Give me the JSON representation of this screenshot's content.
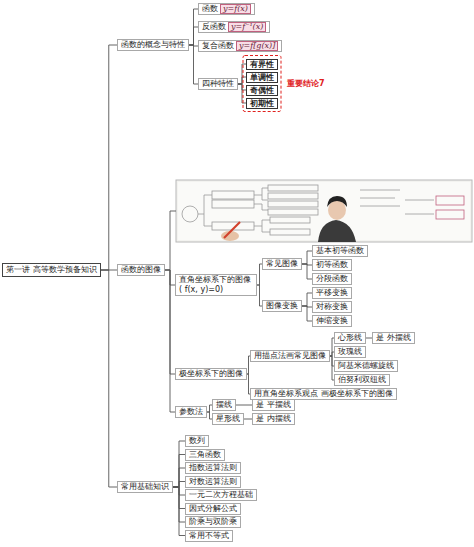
{
  "diagram": {
    "nodes": [
      {
        "text": [
          "第一讲 高等数学预备知识"
        ]
      },
      {
        "text": [
          "函数的概念与特性"
        ]
      },
      {
        "text": [
          "函数的图像"
        ]
      },
      {
        "text": [
          "常用基础知识"
        ]
      },
      {
        "text": [
          "函数",
          "y=f(x)"
        ]
      },
      {
        "text": [
          "反函数",
          "y=f⁻¹(x)"
        ]
      },
      {
        "text": [
          "复合函数",
          "y=f[g(x)]"
        ]
      },
      {
        "text": [
          "四种特性"
        ]
      },
      {
        "text": [
          "有界性"
        ]
      },
      {
        "text": [
          "单调性"
        ]
      },
      {
        "text": [
          "奇偶性"
        ]
      },
      {
        "text": [
          "初期性"
        ]
      },
      {
        "text": [
          "直角坐标系下的图像 ( f(x, y)=0)"
        ]
      },
      {
        "text": [
          "常见图像"
        ]
      },
      {
        "text": [
          "基本初等函数"
        ]
      },
      {
        "text": [
          "初等函数"
        ]
      },
      {
        "text": [
          "分段函数"
        ]
      },
      {
        "text": [
          "图像变换"
        ]
      },
      {
        "text": [
          "平移变换"
        ]
      },
      {
        "text": [
          "对称变换"
        ]
      },
      {
        "text": [
          "伸缩变换"
        ]
      },
      {
        "text": [
          "极坐标系下的图像"
        ]
      },
      {
        "text": [
          "用描点法画常见图像"
        ]
      },
      {
        "text": [
          "心形线"
        ]
      },
      {
        "text": [
          "是 外摆线"
        ]
      },
      {
        "text": [
          "玫瑰线"
        ]
      },
      {
        "text": [
          "阿基米德螺旋线"
        ]
      },
      {
        "text": [
          "伯努利双纽线"
        ]
      },
      {
        "text": [
          "用直角坐标系观点 画极坐标系下的图像"
        ]
      },
      {
        "text": [
          "参数法"
        ]
      },
      {
        "text": [
          "摆线"
        ]
      },
      {
        "text": [
          "是 平摆线"
        ]
      },
      {
        "text": [
          "星形线"
        ]
      },
      {
        "text": [
          "是 内摆线"
        ]
      },
      {
        "text": [
          "数列"
        ]
      },
      {
        "text": [
          "三角函数"
        ]
      },
      {
        "text": [
          "指数运算法则"
        ]
      },
      {
        "text": [
          "对数运算法则"
        ]
      },
      {
        "text": [
          "一元二次方程基础"
        ]
      },
      {
        "text": [
          "因式分解公式"
        ]
      },
      {
        "text": [
          "阶乘与双阶乘"
        ]
      },
      {
        "text": [
          "常用不等式"
        ]
      }
    ],
    "edges": [
      {
        "from": 0,
        "to": 1,
        "arrow": "none"
      },
      {
        "from": 0,
        "to": 2,
        "arrow": "none"
      },
      {
        "from": 0,
        "to": 3,
        "arrow": "none"
      },
      {
        "from": 1,
        "to": 4,
        "arrow": "none"
      },
      {
        "from": 1,
        "to": 5,
        "arrow": "none"
      },
      {
        "from": 1,
        "to": 6,
        "arrow": "none"
      },
      {
        "from": 1,
        "to": 7,
        "arrow": "none"
      },
      {
        "from": 7,
        "to": 8,
        "arrow": "none"
      },
      {
        "from": 7,
        "to": 9,
        "arrow": "none"
      },
      {
        "from": 7,
        "to": 10,
        "arrow": "none"
      },
      {
        "from": 7,
        "to": 11,
        "arrow": "none"
      },
      {
        "from": 2,
        "to": 12,
        "arrow": "none"
      },
      {
        "from": 2,
        "to": 21,
        "arrow": "none"
      },
      {
        "from": 2,
        "to": 29,
        "arrow": "none"
      },
      {
        "from": 12,
        "to": 13,
        "arrow": "none"
      },
      {
        "from": 12,
        "to": 17,
        "arrow": "none"
      },
      {
        "from": 13,
        "to": 14,
        "arrow": "none"
      },
      {
        "from": 13,
        "to": 15,
        "arrow": "none"
      },
      {
        "from": 13,
        "to": 16,
        "arrow": "none"
      },
      {
        "from": 17,
        "to": 18,
        "arrow": "none"
      },
      {
        "from": 17,
        "to": 19,
        "arrow": "none"
      },
      {
        "from": 17,
        "to": 20,
        "arrow": "none"
      },
      {
        "from": 21,
        "to": 22,
        "arrow": "none"
      },
      {
        "from": 21,
        "to": 28,
        "arrow": "none"
      },
      {
        "from": 22,
        "to": 23,
        "arrow": "none"
      },
      {
        "from": 22,
        "to": 25,
        "arrow": "none"
      },
      {
        "from": 22,
        "to": 26,
        "arrow": "none"
      },
      {
        "from": 22,
        "to": 27,
        "arrow": "none"
      },
      {
        "from": 23,
        "to": 24,
        "arrow": "none"
      },
      {
        "from": 29,
        "to": 30,
        "arrow": "none"
      },
      {
        "from": 29,
        "to": 32,
        "arrow": "none"
      },
      {
        "from": 30,
        "to": 31,
        "arrow": "none"
      },
      {
        "from": 32,
        "to": 33,
        "arrow": "none"
      },
      {
        "from": 3,
        "to": 34,
        "arrow": "none"
      },
      {
        "from": 3,
        "to": 35,
        "arrow": "none"
      },
      {
        "from": 3,
        "to": 36,
        "arrow": "none"
      },
      {
        "from": 3,
        "to": 37,
        "arrow": "none"
      },
      {
        "from": 3,
        "to": 38,
        "arrow": "none"
      },
      {
        "from": 3,
        "to": 39,
        "arrow": "none"
      },
      {
        "from": 3,
        "to": 40,
        "arrow": "none"
      },
      {
        "from": 3,
        "to": 41,
        "arrow": "none"
      }
    ],
    "labels": [
      "重要结论7"
    ]
  }
}
